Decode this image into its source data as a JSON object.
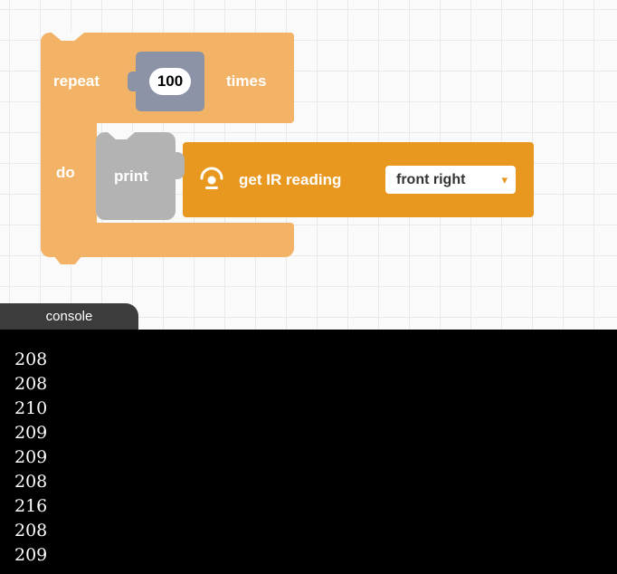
{
  "workspace": {
    "repeat_block": {
      "keyword": "repeat",
      "count": "100",
      "suffix": "times",
      "do_label": "do"
    },
    "print_block": {
      "label": "print"
    },
    "ir_block": {
      "label": "get IR reading",
      "icon": "ir-sensor-icon",
      "dropdown_value": "front right",
      "dropdown_arrow": "▾"
    }
  },
  "console": {
    "tab_label": "console",
    "lines": [
      "208",
      "208",
      "210",
      "209",
      "209",
      "208",
      "216",
      "208",
      "209"
    ]
  },
  "colors": {
    "repeat_block": "#f2b366",
    "number_block": "#8d93a7",
    "print_block": "#b3b3b3",
    "ir_block": "#e8981f",
    "console_tab": "#3d3c3c",
    "console_bg": "#000000",
    "dropdown_arrow": "#e8981f"
  }
}
